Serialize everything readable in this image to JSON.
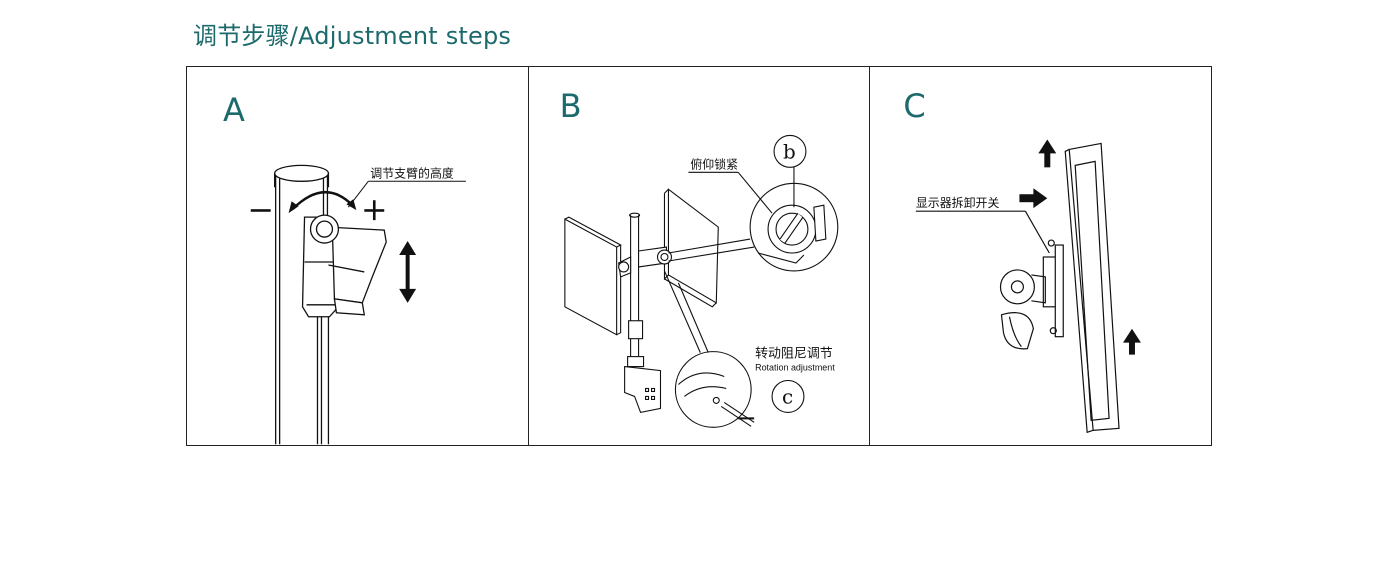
{
  "heading": {
    "text": "调节步骤/Adjustment steps"
  },
  "colors": {
    "heading": "#1d6a6c",
    "line": "#111111"
  },
  "panels": [
    {
      "letter": "A",
      "labels": {
        "arm_height": "调节支臂的高度",
        "minus": "−",
        "plus": "+"
      }
    },
    {
      "letter": "B",
      "labels": {
        "tilt_lock": "俯仰锁紧",
        "callout_b": "b",
        "rotation_zh": "转动阻尼调节",
        "rotation_en": "Rotation adjustment",
        "callout_c": "c"
      }
    },
    {
      "letter": "C",
      "labels": {
        "release_switch": "显示器拆卸开关"
      }
    }
  ]
}
